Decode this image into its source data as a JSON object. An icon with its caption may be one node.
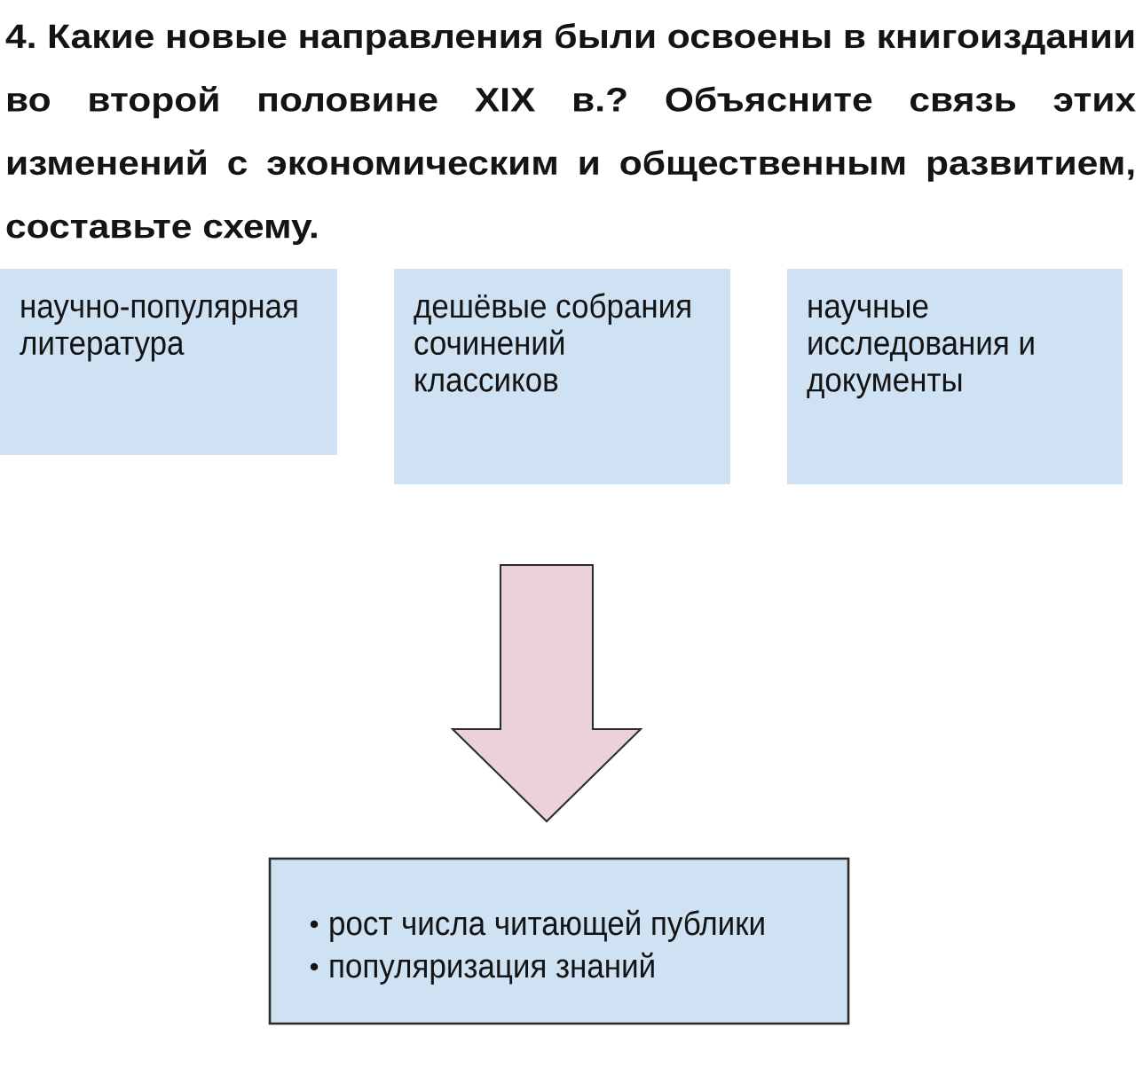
{
  "diagram": {
    "title": "4. Какие новые направления были освоены в книгоиздании во второй половине XIX в.? Объясните связь этих изменений с экономическим и общественным развитием, составьте схему.",
    "nodes": [
      {
        "text": [
          "научно-популярная литература"
        ]
      },
      {
        "text": [
          "дешёвые собрания сочинений классиков"
        ]
      },
      {
        "text": [
          "научные исследования и документы"
        ]
      },
      {
        "text": [
          "рост числа читающей публики",
          "популяризация знаний"
        ]
      }
    ],
    "edges": [
      {
        "from": 0,
        "to": 3,
        "arrow": "to"
      },
      {
        "from": 1,
        "to": 3,
        "arrow": "to"
      },
      {
        "from": 2,
        "to": 3,
        "arrow": "to"
      }
    ]
  }
}
